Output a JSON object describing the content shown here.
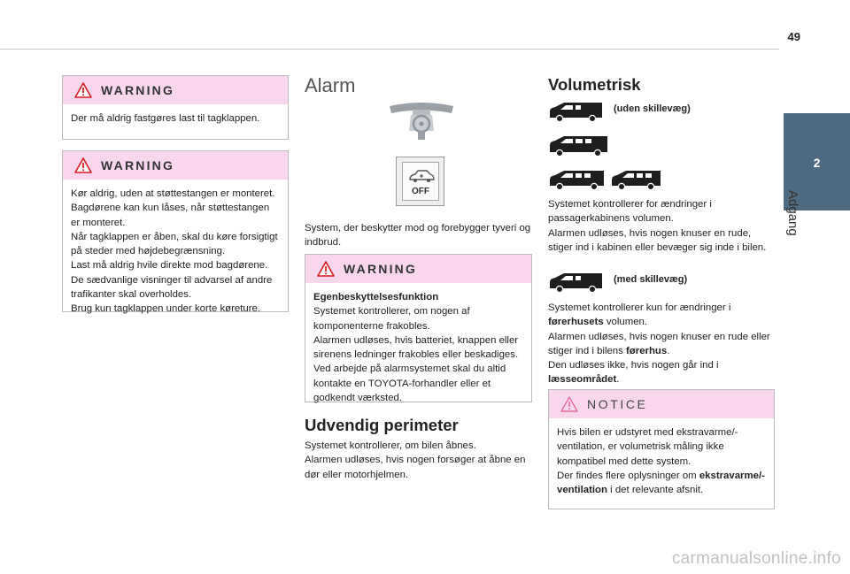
{
  "page": {
    "number": "49",
    "section_tab": "2",
    "section_label": "Adgang"
  },
  "col1": {
    "warning1": {
      "title": "WARNING",
      "text": "Der må aldrig fastgøres last til tagklappen."
    },
    "warning2": {
      "title": "WARNING",
      "text": "Kør aldrig, uden at støttestangen er monteret.\nBagdørene kan kun låses, når støttestangen er monteret.\nNår tagklappen er åben, skal du køre forsigtigt på steder med højdebegrænsning.\nLast må aldrig hvile direkte mod bagdørene.\nDe sædvanlige visninger til advarsel af andre trafikanter skal overholdes.\nBrug kun tagklappen under korte køreture."
    }
  },
  "col2": {
    "heading": "Alarm",
    "button_label": "OFF",
    "intro": "System, der beskytter mod og forebygger tyveri og indbrud.",
    "warning": {
      "title": "WARNING",
      "subtitle": "Egenbeskyttelsesfunktion",
      "text": "Systemet kontrollerer, om nogen af komponenterne frakobles.\nAlarmen udløses, hvis batteriet, knappen eller sirenens ledninger frakobles eller beskadiges.\nVed arbejde på alarmsystemet skal du altid kontakte en TOYOTA-forhandler eller et godkendt værksted."
    },
    "perimeter_heading": "Udvendig perimeter",
    "perimeter_text": "Systemet kontrollerer, om bilen åbnes.\nAlarmen udløses, hvis nogen forsøger at åbne en dør eller motorhjelmen."
  },
  "col3": {
    "heading": "Volumetrisk",
    "label_without": "(uden skillevæg)",
    "text_without": "Systemet kontrollerer for ændringer i passagerkabinens volumen.\nAlarmen udløses, hvis nogen knuser en rude, stiger ind i kabinen eller bevæger sig inde i bilen.",
    "label_with": "(med skillevæg)",
    "with_text": {
      "a": "Systemet kontrollerer kun for ændringer i ",
      "b": "førerhusets",
      "c": " volumen.\nAlarmen udløses, hvis nogen knuser en rude eller stiger ind i bilens ",
      "d": "førerhus",
      "e": ".\nDen udløses ikke, hvis nogen går ind i ",
      "f": "læsseområdet",
      "g": "."
    },
    "notice": {
      "title": "NOTICE",
      "a": "Hvis bilen er udstyret med ekstravarme/-ventilation, er volumetrisk måling ikke kompatibel med dette system.\nDer findes flere oplysninger om ",
      "b": "ekstravarme/-ventilation",
      "c": " i det relevante afsnit."
    }
  },
  "watermark": "carmanualsonline.info",
  "colors": {
    "accent_pink": "#f7d6ee",
    "tab_blue": "#4e6b82",
    "warning_red": "#d71920",
    "van_dark": "#1e1e1e"
  }
}
